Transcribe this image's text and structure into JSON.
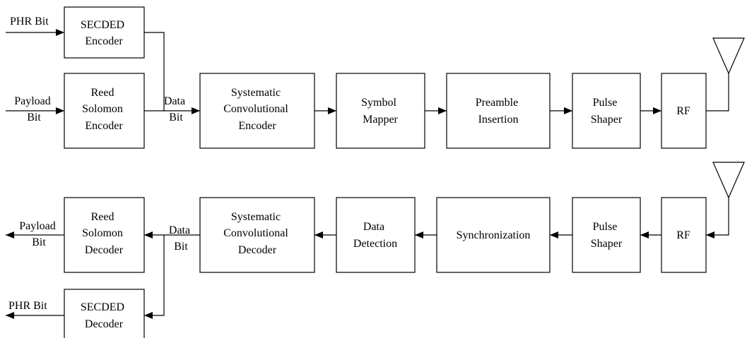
{
  "transmitter": {
    "secded_encoder": [
      "SECDED",
      "Encoder"
    ],
    "rs_encoder": [
      "Reed",
      "Solomon",
      "Encoder"
    ],
    "sc_encoder": [
      "Systematic",
      "Convolutional",
      "Encoder"
    ],
    "symbol_mapper": [
      "Symbol",
      "Mapper"
    ],
    "preamble_insertion": [
      "Preamble",
      "Insertion"
    ],
    "pulse_shaper": [
      "Pulse",
      "Shaper"
    ],
    "rf": [
      "RF"
    ],
    "phr_in": "PHR Bit",
    "payload_in": [
      "Payload",
      "Bit"
    ],
    "data_bit": [
      "Data",
      "Bit"
    ]
  },
  "receiver": {
    "rf": [
      "RF"
    ],
    "pulse_shaper": [
      "Pulse",
      "Shaper"
    ],
    "synchronization": [
      "Synchronization"
    ],
    "data_detection": [
      "Data",
      "Detection"
    ],
    "sc_decoder": [
      "Systematic",
      "Convolutional",
      "Decoder"
    ],
    "rs_decoder": [
      "Reed",
      "Solomon",
      "Decoder"
    ],
    "secded_decoder": [
      "SECDED",
      "Decoder"
    ],
    "payload_out": [
      "Payload",
      "Bit"
    ],
    "phr_out": "PHR Bit",
    "data_bit": [
      "Data",
      "Bit"
    ]
  }
}
